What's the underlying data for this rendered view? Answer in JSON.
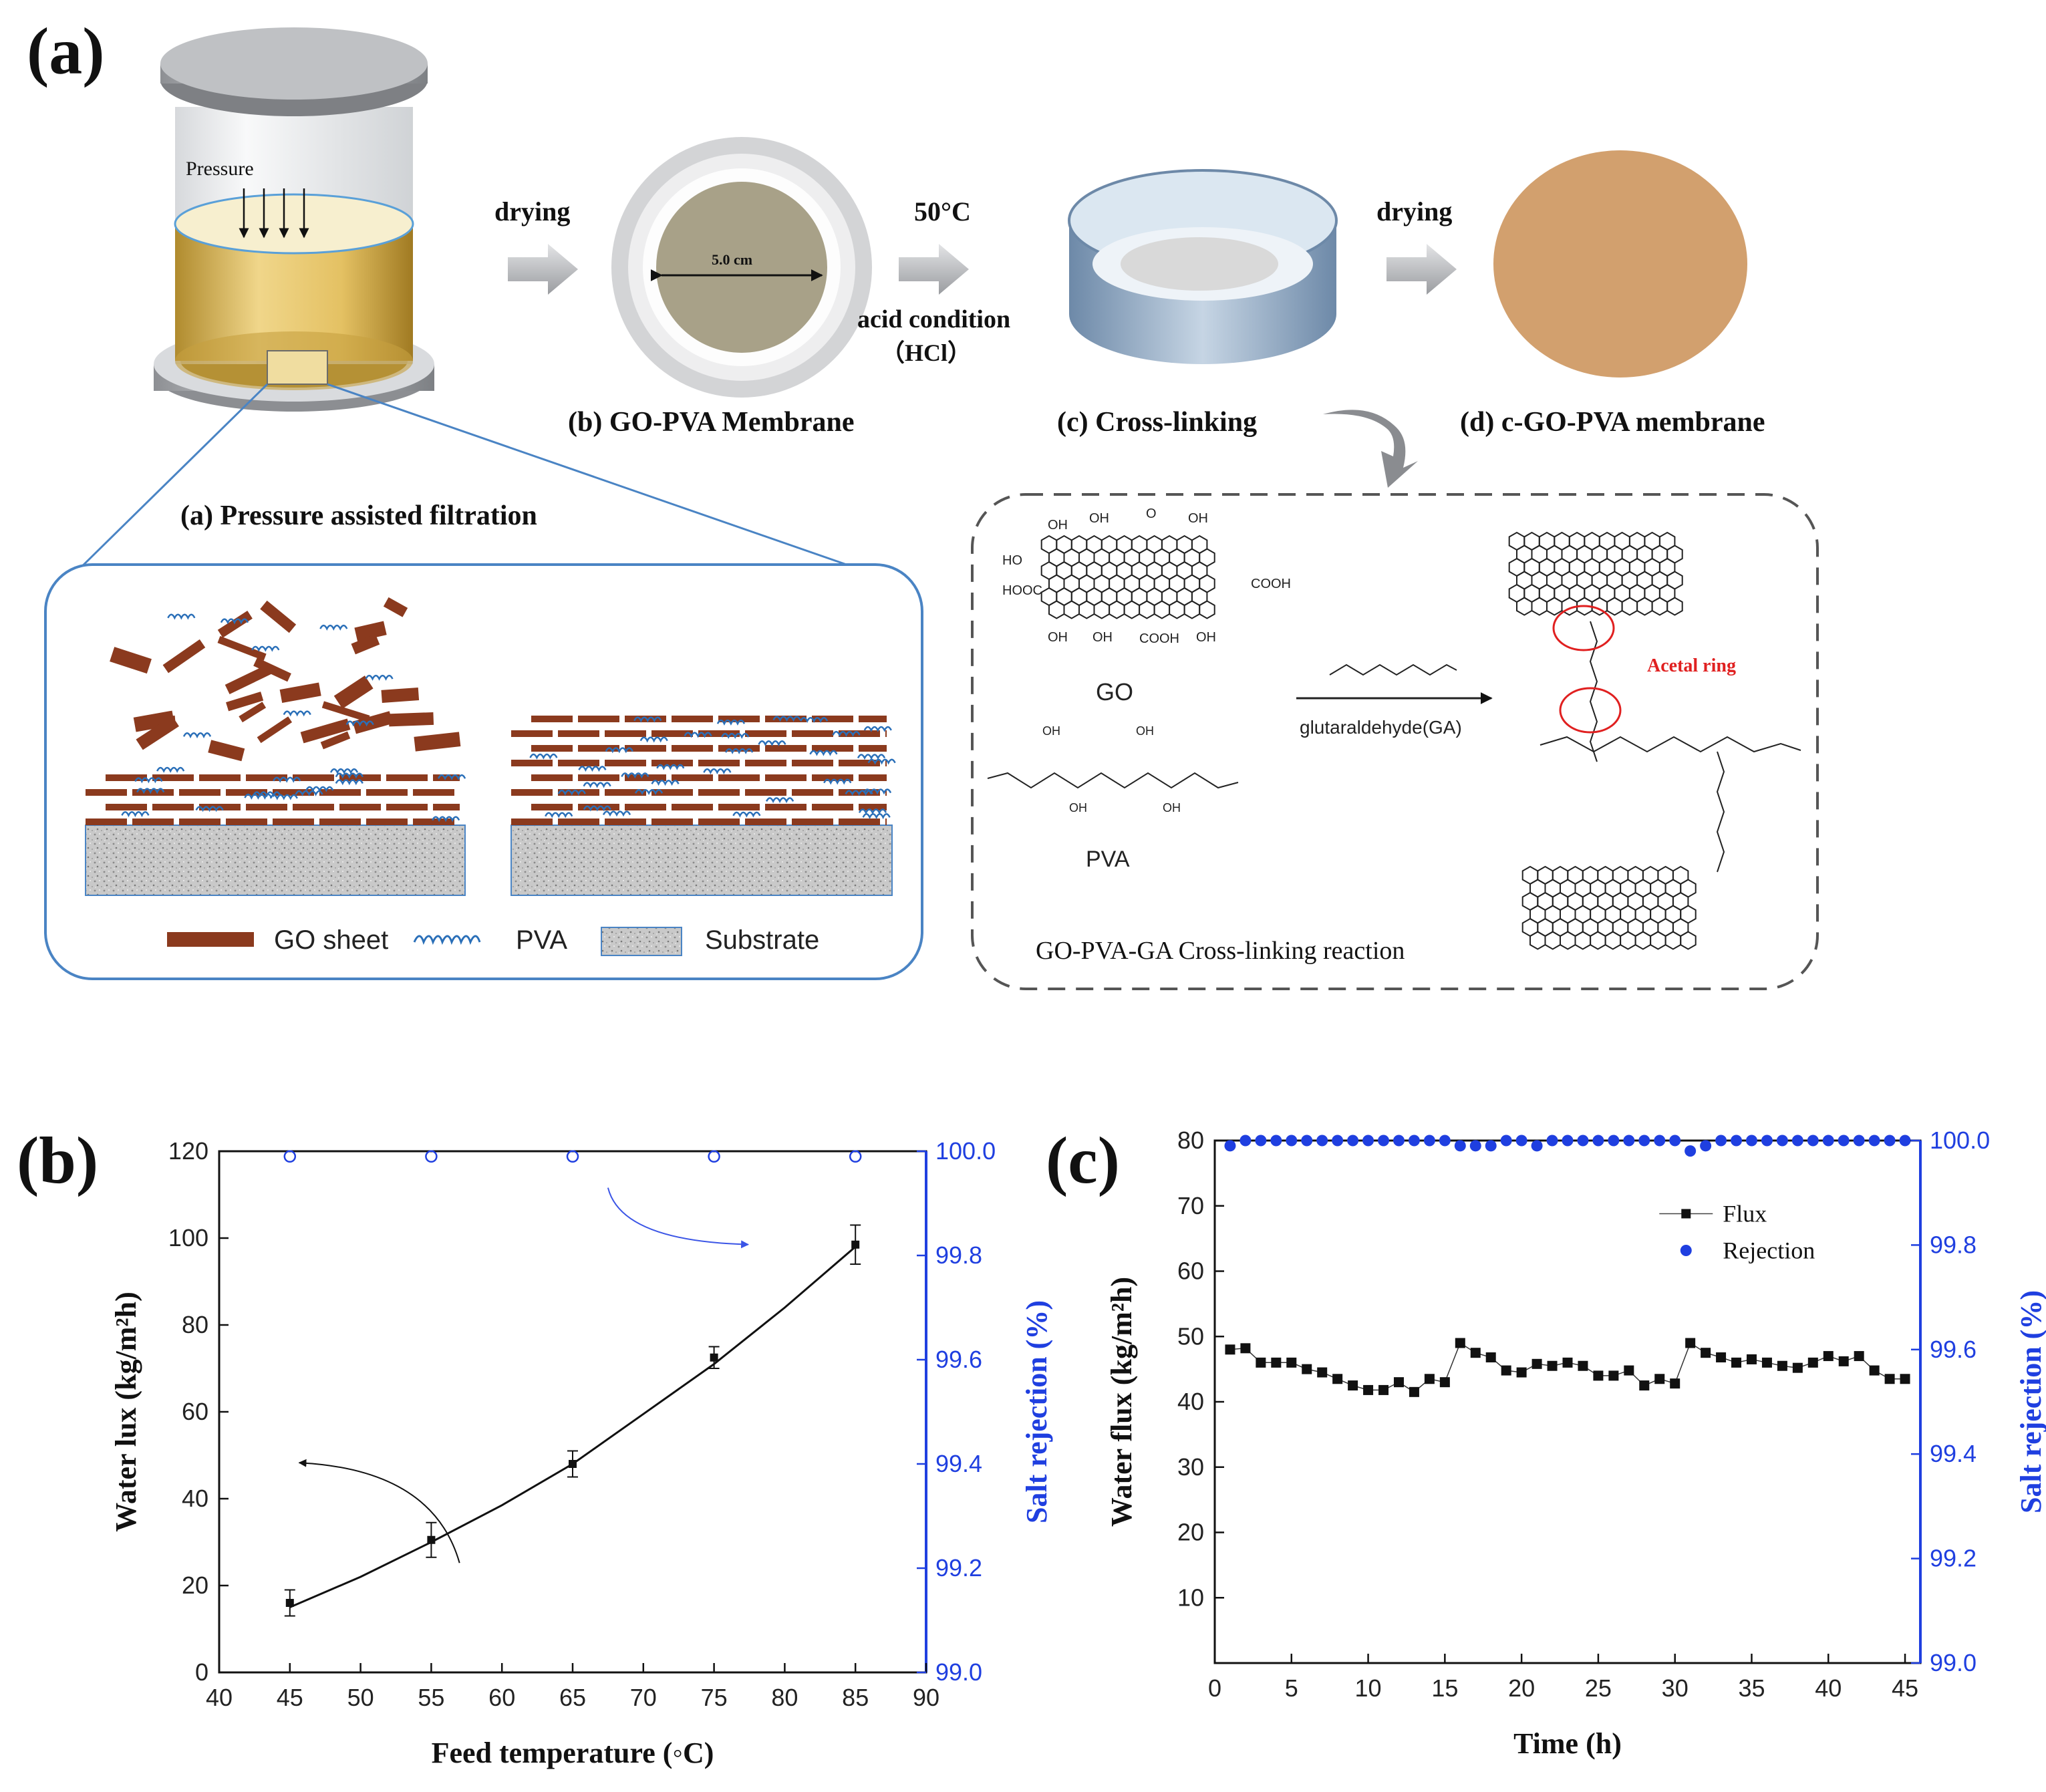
{
  "panel_a": {
    "panel_letter": "(a)",
    "pressure_label": "Pressure",
    "arrow_labels": {
      "drying_1": "drying",
      "temperature": "50°C",
      "acid_1": "acid condition",
      "acid_2": "（HCl）",
      "drying_2": "drying"
    },
    "membrane_diameter": "5.0 cm",
    "captions": {
      "pressure_filtration": "(a) Pressure assisted filtration",
      "go_pva_membrane": "(b) GO-PVA Membrane",
      "cross_linking": "(c) Cross-linking",
      "c_go_pva_membrane": "(d) c-GO-PVA membrane"
    },
    "legend": {
      "go_sheet": "GO sheet",
      "pva": "PVA",
      "substrate": "Substrate"
    },
    "reaction": {
      "go": "GO",
      "pva": "PVA",
      "reagent": "glutaraldehyde(GA)",
      "product_label": "Acetal ring",
      "title": "GO-PVA-GA  Cross-linking reaction",
      "group_labels": [
        "OH",
        "OH",
        "OH",
        "HOOC",
        "COOH",
        "OH",
        "OH",
        "COOH",
        "OH",
        "O",
        "HO"
      ]
    },
    "colors": {
      "go_sheet": "#8b3a1e",
      "pva": "#2a6fb8",
      "frame": "#4a84c4",
      "acetal": "#e02020",
      "membrane_dry": "#d2a06e",
      "membrane_wet": "#a8a188"
    }
  },
  "chart_data": [
    {
      "panel": "(b)",
      "type": "line",
      "xlabel": "Feed temperature (◦C)",
      "ylabel": "Water lux (kg/m²h)",
      "y2label": "Salt rejection (%)",
      "x_ticks": [
        "40",
        "45",
        "50",
        "55",
        "60",
        "65",
        "70",
        "75",
        "80",
        "85",
        "90"
      ],
      "y_ticks": [
        "0",
        "20",
        "40",
        "60",
        "80",
        "100",
        "120"
      ],
      "y2_ticks": [
        "99.0",
        "99.2",
        "99.4",
        "99.6",
        "99.8",
        "100.0"
      ],
      "xlim": [
        40,
        90
      ],
      "ylim": [
        0,
        120
      ],
      "y2lim": [
        99.0,
        100.0
      ],
      "series": [
        {
          "axis": "left",
          "marker": "square",
          "color": "#111111",
          "x": [
            45,
            55,
            65,
            75,
            85
          ],
          "values": [
            16,
            30.5,
            48,
            72.5,
            98.5
          ],
          "error": [
            3,
            4,
            3,
            2.5,
            4.5
          ]
        },
        {
          "axis": "right",
          "marker": "open-circle",
          "color": "#1f3fe0",
          "x": [
            45,
            55,
            65,
            75,
            85
          ],
          "values": [
            99.99,
            99.99,
            99.99,
            99.99,
            99.99
          ]
        }
      ],
      "fit_line": {
        "x": [
          45,
          50,
          55,
          60,
          65,
          70,
          75,
          80,
          85
        ],
        "values": [
          15,
          22,
          30,
          38.5,
          48,
          59.5,
          71,
          84,
          98
        ]
      }
    },
    {
      "panel": "(c)",
      "type": "line",
      "xlabel": "Time (h)",
      "ylabel": "Water flux (kg/m²h)",
      "y2label": "Salt rejection (%)",
      "x_ticks": [
        "0",
        "5",
        "10",
        "15",
        "20",
        "25",
        "30",
        "35",
        "40",
        "45"
      ],
      "y_ticks": [
        "10",
        "20",
        "30",
        "40",
        "50",
        "60",
        "70",
        "80"
      ],
      "y2_ticks": [
        "99.0",
        "99.2",
        "99.4",
        "99.6",
        "99.8",
        "100.0"
      ],
      "xlim": [
        0,
        46
      ],
      "ylim": [
        0,
        80
      ],
      "y2lim": [
        99.0,
        100.0
      ],
      "legend": [
        "Flux",
        "Rejection"
      ],
      "series": [
        {
          "name": "Flux",
          "axis": "left",
          "marker": "square",
          "color": "#111111",
          "x": [
            1,
            2,
            3,
            4,
            5,
            6,
            7,
            8,
            9,
            10,
            11,
            12,
            13,
            14,
            15,
            16,
            17,
            18,
            19,
            20,
            21,
            22,
            23,
            24,
            25,
            26,
            27,
            28,
            29,
            30,
            31,
            32,
            33,
            34,
            35,
            36,
            37,
            38,
            39,
            40,
            41,
            42,
            43,
            44,
            45
          ],
          "values": [
            48,
            48.2,
            46,
            46,
            46,
            45,
            44.5,
            43.5,
            42.5,
            41.8,
            41.8,
            43,
            41.5,
            43.5,
            43,
            49,
            47.5,
            46.8,
            44.8,
            44.5,
            45.8,
            45.5,
            46,
            45.5,
            44,
            44,
            44.8,
            42.5,
            43.5,
            42.8,
            49,
            47.5,
            46.8,
            46,
            46.5,
            46,
            45.5,
            45.2,
            46,
            47,
            46.2,
            47,
            44.8,
            43.5,
            43.5
          ]
        },
        {
          "name": "Rejection",
          "axis": "right",
          "marker": "filled-circle",
          "color": "#1f3fe0",
          "x": [
            1,
            2,
            3,
            4,
            5,
            6,
            7,
            8,
            9,
            10,
            11,
            12,
            13,
            14,
            15,
            16,
            17,
            18,
            19,
            20,
            21,
            22,
            23,
            24,
            25,
            26,
            27,
            28,
            29,
            30,
            31,
            32,
            33,
            34,
            35,
            36,
            37,
            38,
            39,
            40,
            41,
            42,
            43,
            44,
            45
          ],
          "values": [
            99.99,
            100,
            100,
            100,
            100,
            100,
            100,
            100,
            100,
            100,
            100,
            100,
            100,
            100,
            100,
            99.99,
            99.99,
            99.99,
            100,
            100,
            99.99,
            100,
            100,
            100,
            100,
            100,
            100,
            100,
            100,
            100,
            99.98,
            99.99,
            100,
            100,
            100,
            100,
            100,
            100,
            100,
            100,
            100,
            100,
            100,
            100,
            100
          ]
        }
      ]
    }
  ]
}
